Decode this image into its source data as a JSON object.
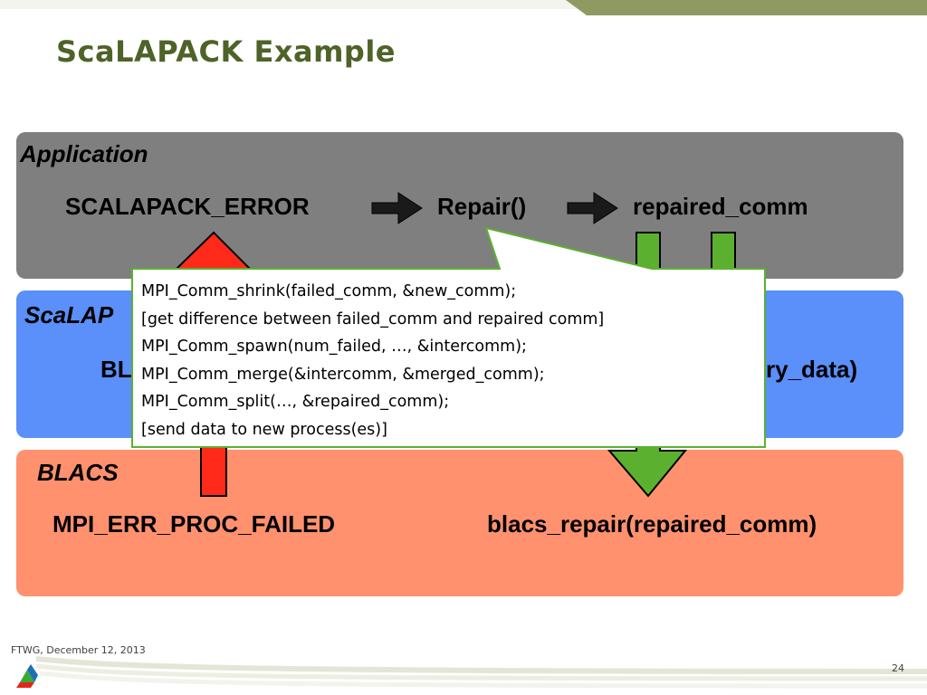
{
  "slide": {
    "title": "ScaLAPACK Example",
    "footer_date": "FTWG, December 12, 2013",
    "page_number": "24"
  },
  "layers": {
    "application": {
      "label": "Application",
      "terms": [
        "SCALAPACK_ERROR",
        "Repair()",
        "repaired_comm"
      ],
      "color": "#7f7f7f"
    },
    "scalapack": {
      "label": "ScaLAP",
      "left_text": "BL",
      "right_text": "ry_data)",
      "color": "#5b8ff9"
    },
    "blacs": {
      "label": "BLACS",
      "terms": [
        "MPI_ERR_PROC_FAILED",
        "blacs_repair(repaired_comm)"
      ],
      "color": "#ff916e"
    }
  },
  "callout": {
    "lines": [
      "MPI_Comm_shrink(failed_comm, &new_comm);",
      "[get difference between failed_comm and repaired comm]",
      "MPI_Comm_spawn(num_failed, …, &intercomm);",
      "MPI_Comm_merge(&intercomm, &merged_comm);",
      "MPI_Comm_split(…, &repaired_comm);",
      "[send data to new process(es)]"
    ],
    "border_color": "#5bb12f"
  },
  "arrows": {
    "error_arrow_color": "#ff2a1a",
    "repair_arrow_color": "#5bb12f",
    "flow_arrow_color": "#1a1a1a"
  },
  "theme": {
    "title_color": "#4f6228",
    "band_color": "#8f9a63"
  }
}
